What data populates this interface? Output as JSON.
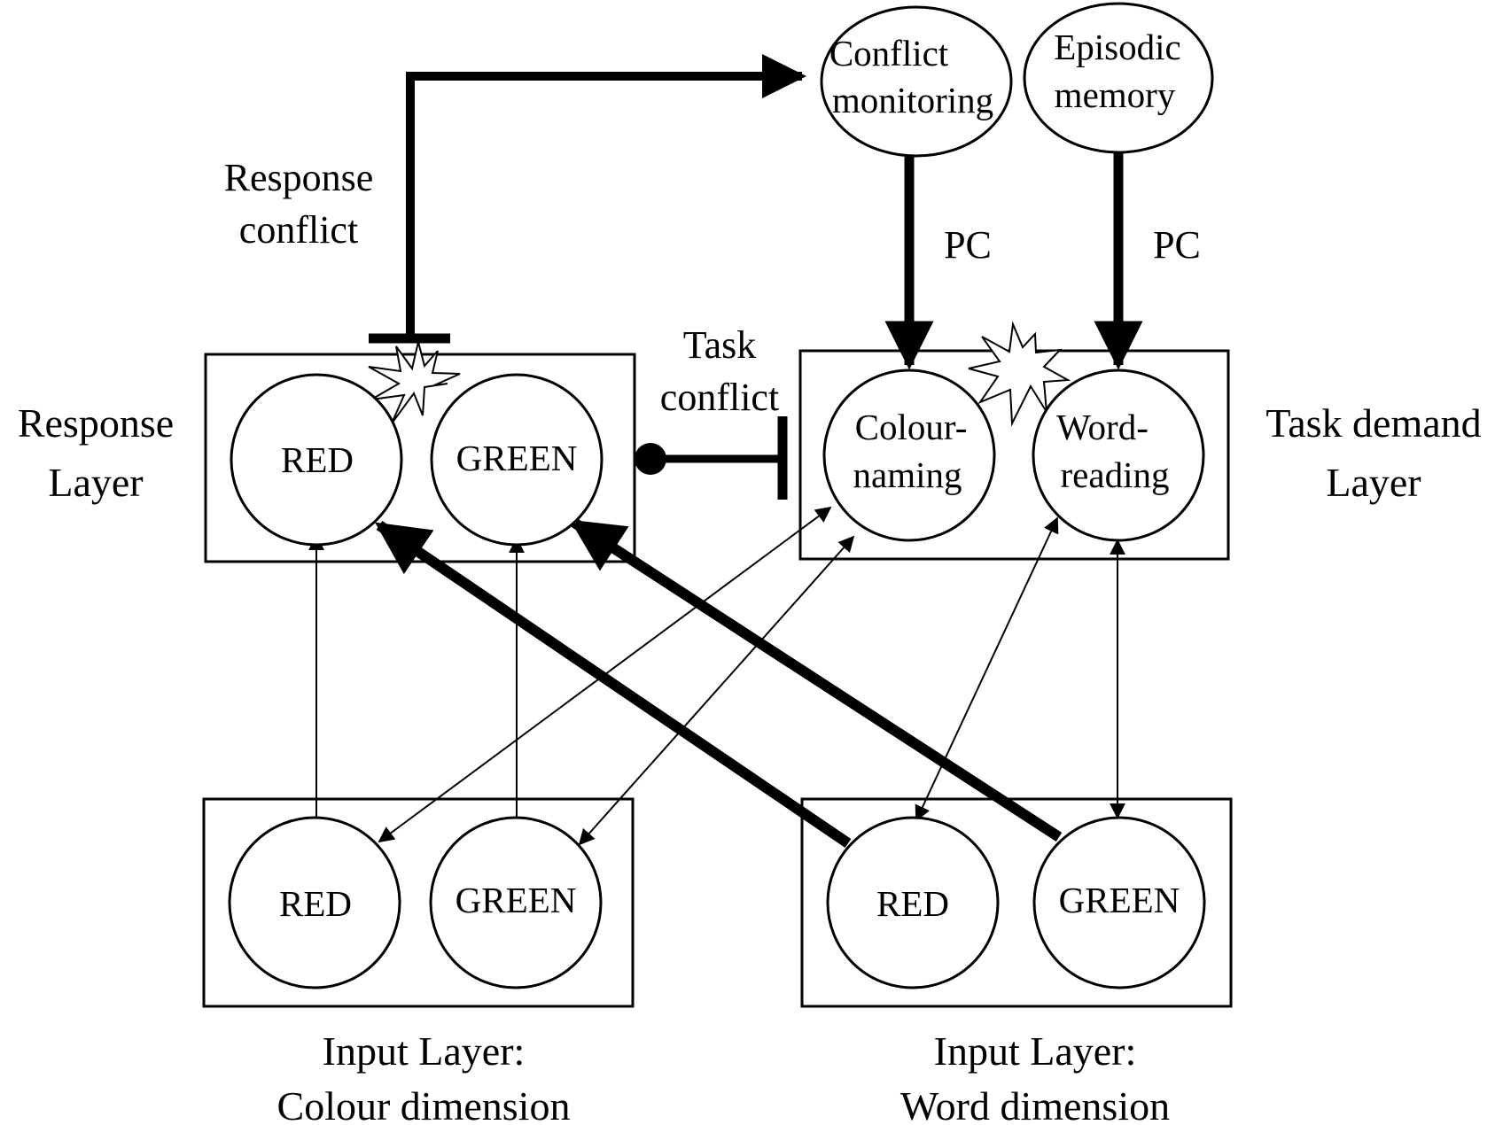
{
  "layers": {
    "response": {
      "label": [
        "Response",
        "Layer"
      ],
      "nodes": [
        "RED",
        "GREEN"
      ]
    },
    "task_demand": {
      "label": [
        "Task demand",
        "Layer"
      ],
      "nodes": [
        [
          "Colour-",
          "naming"
        ],
        [
          "Word-",
          "reading"
        ]
      ]
    },
    "input_colour": {
      "label": [
        "Input Layer:",
        "Colour dimension"
      ],
      "nodes": [
        "RED",
        "GREEN"
      ]
    },
    "input_word": {
      "label": [
        "Input Layer:",
        "Word dimension"
      ],
      "nodes": [
        "RED",
        "GREEN"
      ]
    }
  },
  "modules": {
    "conflict_monitoring": [
      "Conflict",
      "monitoring"
    ],
    "episodic_memory": [
      "Episodic",
      "memory"
    ]
  },
  "annotations": {
    "response_conflict": [
      "Response",
      "conflict"
    ],
    "task_conflict": [
      "Task",
      "conflict"
    ],
    "pc_left": "PC",
    "pc_right": "PC"
  }
}
